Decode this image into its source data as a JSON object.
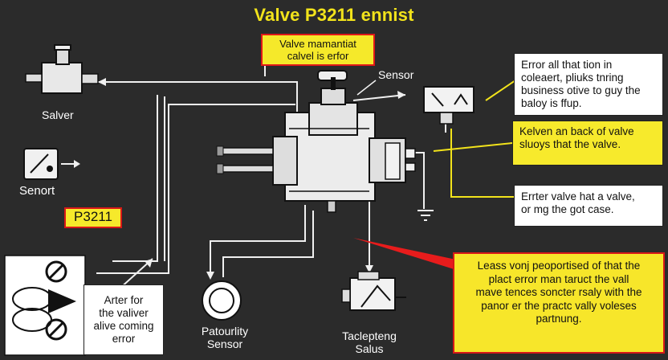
{
  "title": "Valve P3211 ennist",
  "top_callout": "Valve mamantiat\ncalvel is erfor",
  "sensor_top_label": "Sensor",
  "salver_label": "Salver",
  "senort_label": "Senort",
  "code_tag": "P3211",
  "lower_left_box": "Arter for\nthe valiver\nalive coming\nerror",
  "patourity_label": "Patourlity\nSensor",
  "taclepteng_label": "Taclepteng\nSalus",
  "right_top_box": "Error all that tion in\ncoleaert, pliuks tnring\nbusiness otive to guy the\nbaloy is ffup.",
  "right_mid_box": "Kelven an back of valve\nsluoys that the valve.",
  "right_lower_box": "Errter valve hat a valve,\nor mg the got case.",
  "bottom_right_box": "Leass vonj peoportised of that the\nplact error man taruct the vall\nmave tences soncter rsaly with the\npanor er the practc vally voleses\npartnung.",
  "colors": {
    "background": "#2b2b2b",
    "title": "#f2e31b",
    "yellow": "#f5e92a",
    "red_border": "#e01818"
  }
}
